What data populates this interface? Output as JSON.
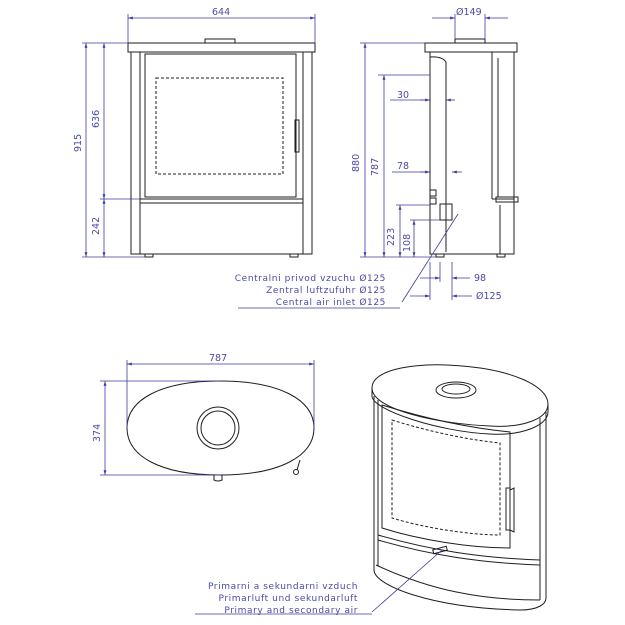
{
  "colors": {
    "outline": "#1f1f1f",
    "dimension": "#3c3ca0",
    "background": "#ffffff"
  },
  "front_view": {
    "width": "644",
    "height_total": "915",
    "height_upper": "636",
    "height_lower": "242"
  },
  "side_view": {
    "flue_diameter": "Ø149",
    "offset_top": "30",
    "height_880": "880",
    "height_787": "787",
    "offset_78": "78",
    "height_223": "223",
    "height_108": "108",
    "offset_98": "98",
    "inlet_diameter": "Ø125"
  },
  "central_inlet_label": [
    "Centralni privod vzuchu Ø125",
    "Zentral luftzufuhr Ø125",
    "Central air inlet Ø125"
  ],
  "top_view": {
    "width": "787",
    "depth": "374"
  },
  "perspective_label": [
    "Primarni a sekundarni vzduch",
    "Primarluft und sekundarluft",
    "Primary and secondary air"
  ]
}
